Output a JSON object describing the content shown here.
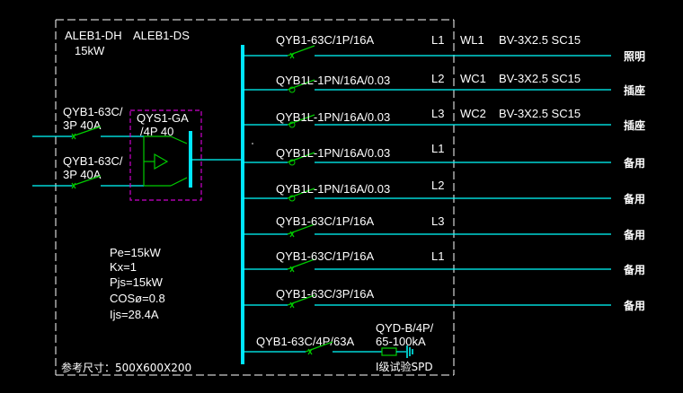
{
  "panel": {
    "name_dh": "ALEB1-DH",
    "name_ds": "ALEB1-DS",
    "power": "15kW",
    "params": [
      "Pe=15kW",
      "Kx=1",
      "Pjs=15kW",
      "COSø=0.8",
      "Ijs=28.4A"
    ],
    "ref_size": "参考尺寸：500X600X200"
  },
  "incoming": [
    {
      "line1": "QYB1-63C/",
      "line2": "3P  40A"
    },
    {
      "line1": "QYB1-63C/",
      "line2": "3P  40A"
    }
  ],
  "ats": {
    "line1": "QYS1-GA",
    "line2": "/4P  40"
  },
  "circuits": [
    {
      "breaker": "QYB1-63C/1P/16A",
      "phase": "L1",
      "line_id": "WL1",
      "cable": "BV-3X2.5 SC15",
      "use": "照明"
    },
    {
      "breaker": "QYB1L-1PN/16A/0.03",
      "phase": "L2",
      "line_id": "WC1",
      "cable": "BV-3X2.5 SC15",
      "use": "插座"
    },
    {
      "breaker": "QYB1L-1PN/16A/0.03",
      "phase": "L3",
      "line_id": "WC2",
      "cable": "BV-3X2.5 SC15",
      "use": "插座"
    },
    {
      "breaker": "QYB1L-1PN/16A/0.03",
      "phase": "L1",
      "line_id": "",
      "cable": "",
      "use": "备用"
    },
    {
      "breaker": "QYB1L-1PN/16A/0.03",
      "phase": "L2",
      "line_id": "",
      "cable": "",
      "use": "备用"
    },
    {
      "breaker": "QYB1-63C/1P/16A",
      "phase": "L3",
      "line_id": "",
      "cable": "",
      "use": "备用"
    },
    {
      "breaker": "QYB1-63C/1P/16A",
      "phase": "L1",
      "line_id": "",
      "cable": "",
      "use": "备用"
    },
    {
      "breaker": "QYB1-63C/3P/16A",
      "phase": "",
      "line_id": "",
      "cable": "",
      "use": "备用"
    }
  ],
  "spd": {
    "breaker": "QYB1-63C/4P/63A",
    "model_line1": "QYD-B/4P/",
    "model_line2": "65-100kA",
    "label": "Ⅰ级试验SPD"
  },
  "colors": {
    "background": "#000000",
    "bus": "#00e5ff",
    "wire": "#00ffff",
    "breaker": "#00cc00",
    "ats_frame": "#cc00cc",
    "text": "#ffffff",
    "frame": "#ffffff"
  }
}
